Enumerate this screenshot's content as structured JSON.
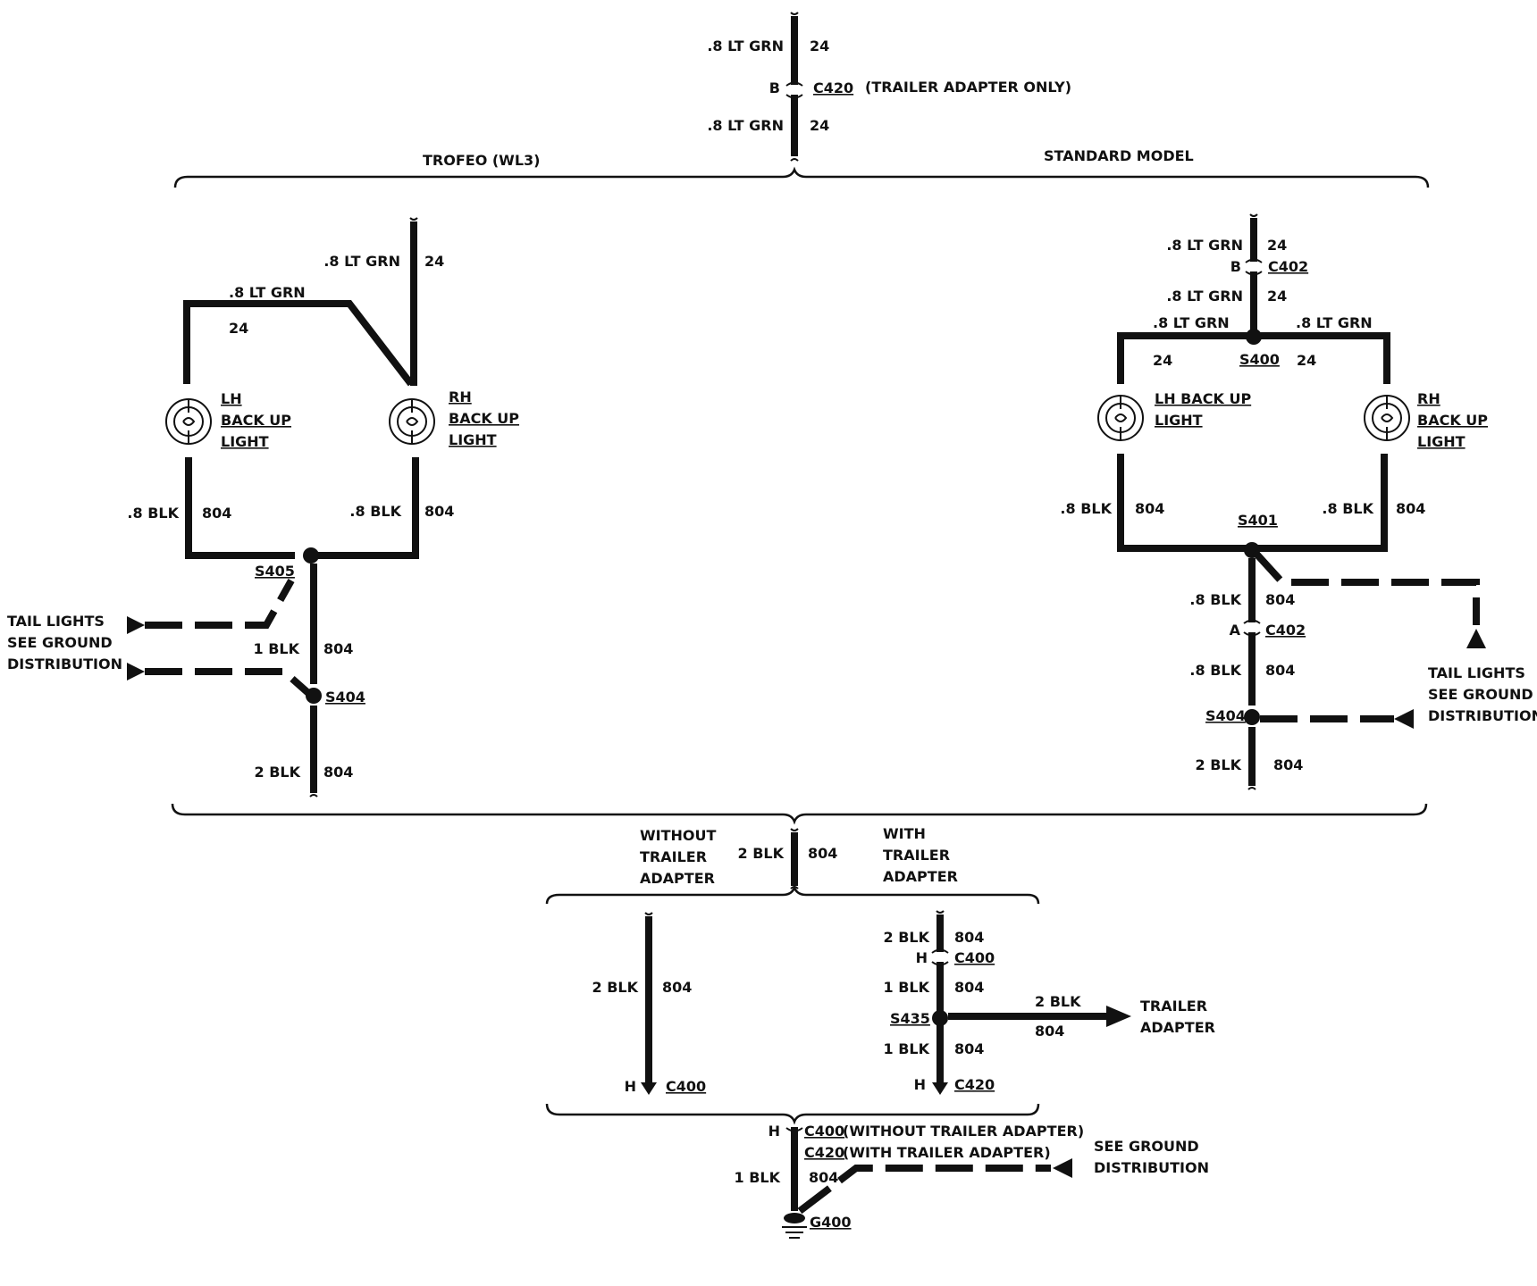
{
  "colors": {
    "ink": "#111111",
    "background": "#ffffff"
  },
  "top": {
    "wire_upper": {
      "size_color": ".8 LT GRN",
      "circuit": "24"
    },
    "connector": {
      "pin": "B",
      "id": "C420",
      "note": "(TRAILER ADAPTER ONLY)"
    },
    "wire_lower": {
      "size_color": ".8 LT GRN",
      "circuit": "24"
    }
  },
  "sections": {
    "left": "TROFEO (WL3)",
    "right": "STANDARD MODEL"
  },
  "trofeo": {
    "feed": {
      "size_color": ".8 LT GRN",
      "circuit": "24"
    },
    "cross": {
      "size_color": ".8 LT GRN",
      "circuit": "24"
    },
    "lh_light": [
      "LH",
      "BACK UP",
      "LIGHT"
    ],
    "rh_light": [
      "RH",
      "BACK UP",
      "LIGHT"
    ],
    "lh_ground": {
      "size_color": ".8 BLK",
      "circuit": "804"
    },
    "rh_ground": {
      "size_color": ".8 BLK",
      "circuit": "804"
    },
    "splice_upper": "S405",
    "tail_lights": [
      "TAIL LIGHTS",
      "SEE GROUND",
      "DISTRIBUTION"
    ],
    "mid_wire": {
      "size_color": "1 BLK",
      "circuit": "804"
    },
    "splice_lower": "S404",
    "out_wire": {
      "size_color": "2 BLK",
      "circuit": "804"
    }
  },
  "standard": {
    "feed": {
      "size_color": ".8 LT GRN",
      "circuit": "24"
    },
    "connector": {
      "pin": "B",
      "id": "C402"
    },
    "feed2": {
      "size_color": ".8 LT GRN",
      "circuit": "24"
    },
    "left_branch": {
      "size_color": ".8 LT GRN",
      "circuit": "24"
    },
    "right_branch": {
      "size_color": ".8 LT GRN",
      "circuit": "24"
    },
    "splice_top": "S400",
    "lh_light": [
      "LH BACK UP",
      "LIGHT"
    ],
    "rh_light": [
      "RH",
      "BACK UP",
      "LIGHT"
    ],
    "lh_ground": {
      "size_color": ".8 BLK",
      "circuit": "804"
    },
    "rh_ground": {
      "size_color": ".8 BLK",
      "circuit": "804"
    },
    "splice_mid": "S401",
    "wire_a": {
      "size_color": ".8 BLK",
      "circuit": "804"
    },
    "connector_a": {
      "pin": "A",
      "id": "C402"
    },
    "wire_b": {
      "size_color": ".8 BLK",
      "circuit": "804"
    },
    "tail_lights": [
      "TAIL LIGHTS",
      "SEE GROUND",
      "DISTRIBUTION"
    ],
    "splice_bottom": "S404",
    "out_wire": {
      "size_color": "2 BLK",
      "circuit": "804"
    }
  },
  "trailer": {
    "merge_wire": {
      "size_color": "2 BLK",
      "circuit": "804"
    },
    "without": [
      "WITHOUT",
      "TRAILER",
      "ADAPTER"
    ],
    "with": [
      "WITH",
      "TRAILER",
      "ADAPTER"
    ],
    "without_wire": {
      "size_color": "2 BLK",
      "circuit": "804"
    },
    "without_conn": {
      "pin": "H",
      "id": "C400"
    },
    "with_wire1": {
      "size_color": "2 BLK",
      "circuit": "804"
    },
    "with_conn1": {
      "pin": "H",
      "id": "C400"
    },
    "with_wire2": {
      "size_color": "1 BLK",
      "circuit": "804"
    },
    "splice": "S435",
    "adapter_wire": {
      "size_color": "2 BLK",
      "circuit": "804"
    },
    "adapter_label": [
      "TRAILER",
      "ADAPTER"
    ],
    "with_wire3": {
      "size_color": "1 BLK",
      "circuit": "804"
    },
    "with_conn2": {
      "pin": "H",
      "id": "C420"
    }
  },
  "ground": {
    "pin": "H",
    "conn_without": "C400",
    "note_without": "(WITHOUT TRAILER ADAPTER)",
    "conn_with": "C420",
    "note_with": "(WITH TRAILER ADAPTER)",
    "wire": {
      "size_color": "1 BLK",
      "circuit": "804"
    },
    "ground_id": "G400",
    "see_ground": [
      "SEE GROUND",
      "DISTRIBUTION"
    ]
  }
}
